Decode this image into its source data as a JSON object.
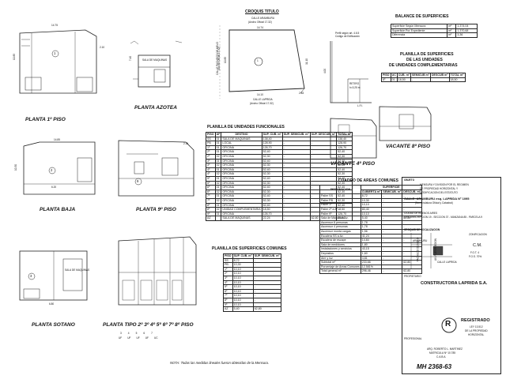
{
  "floor_plans": {
    "planta_1": "PLANTA 1º PISO",
    "azotea": "PLANTA AZOTEA",
    "baja": "PLANTA BAJA",
    "piso_9": "PLANTA 9º PISO",
    "sotano": "PLANTA SOTANO",
    "tipo": "PLANTA TIPO 2º 3º 4º 5º 6º 7º 8º PISO",
    "vacante_4": "VACANTE 4º PISO",
    "vacante_8": "VACANTE 8º PISO",
    "sala_maquinas": "SALA DE MAQUINAS",
    "sala_maquinas_2": "SALA DE MAQUINAS",
    "dims": {
      "d1": "14.75",
      "d2": "10.85",
      "d3": "2.10",
      "d4": "14.85",
      "d5": "10.30",
      "d6": "6.20",
      "d7": "7.40",
      "d8": "6.80",
      "d9": "2.15"
    },
    "unit_numbers": {
      "u1": "1",
      "u2": "2",
      "u3": "3",
      "u9": "9"
    },
    "uf_row": [
      "UF",
      "UF",
      "UF",
      "UF",
      "UC"
    ],
    "uf_nums": [
      "3",
      "4",
      "5",
      "6",
      "7"
    ]
  },
  "croquis": {
    "title": "CROQUIS TITULO",
    "street_top": "CALLE ARAMBURU",
    "street_top_sub": "(Ancho Oficial 17.32)",
    "street_left": "CALLE PACHECO DE MELO",
    "street_left_sub": "(Ancho Oficial 17.32)",
    "street_bottom": "CALLE LAPRIDA",
    "street_bottom_sub": "(Ancho Oficial 17.32)",
    "dim_top": "14.74",
    "dim_bottom": "14.10",
    "dim_left": "10.85",
    "dim_right": "11.10",
    "dim_corner": "2.83",
    "unit": "1"
  },
  "perfil": {
    "title": "Perfil según art. 4.6.5",
    "subtitle": "Código de Edificación",
    "retiro": "RETIRO",
    "retiro_h": "h=3.25 m",
    "height": "4.00",
    "lfi": "L.F.I."
  },
  "balance": {
    "title": "BALANCE DE SUPERFICIES",
    "rows": [
      {
        "label": "Superficie Según Mensura",
        "unit": "m²",
        "value": "1.374,04"
      },
      {
        "label": "Superficie Por Expediente",
        "unit": "m²",
        "value": "1.370,68"
      },
      {
        "label": "Diferencia",
        "unit": "m²",
        "value": "3,36"
      }
    ]
  },
  "complementarias": {
    "title1": "PLANILLA DE SUPERFICIES",
    "title2": "DE LAS UNIDADES",
    "title3": "DE UNIDADES COMPLEMENTARIAS",
    "headers": [
      "PISO",
      "UC",
      "CUB. m²",
      "SEMICUB m²",
      "DESCUB m²",
      "TOTAL m²"
    ],
    "rows": [
      [
        "8º",
        "01",
        "18,50",
        "-",
        "-",
        "18,50"
      ]
    ]
  },
  "funcionales": {
    "title": "PLANILLA DE UNIDADES FUNCIONALES",
    "headers": [
      "PISO",
      "UF",
      "DESTINO",
      "SUP. CUB. m²",
      "SUP. SEMICUB. m²",
      "SUP. DESCUB. m²",
      "TOTAL m²"
    ],
    "rows": [
      [
        "SS",
        "01",
        "SALA DE MAQUINAS",
        "138,40",
        "-",
        "-",
        "138,40"
      ],
      [
        "PB",
        "01",
        "LOCAL",
        "128,90",
        "-",
        "-",
        "128,90"
      ],
      [
        "1º",
        "01",
        "OFICINA",
        "126,70",
        "-",
        "-",
        "126,70"
      ],
      [
        "2º",
        "01",
        "OFICINA",
        "52,40",
        "-",
        "-",
        "52,40"
      ],
      [
        "2º",
        "02",
        "OFICINA",
        "52,30",
        "-",
        "-",
        "52,30"
      ],
      [
        "3º",
        "01",
        "OFICINA",
        "52,40",
        "-",
        "-",
        "52,40"
      ],
      [
        "3º",
        "02",
        "OFICINA",
        "52,30",
        "-",
        "-",
        "52,30"
      ],
      [
        "4º",
        "01",
        "OFICINA",
        "52,40",
        "-",
        "-",
        "52,40"
      ],
      [
        "4º",
        "02",
        "OFICINA",
        "52,30",
        "-",
        "-",
        "52,30"
      ],
      [
        "5º",
        "01",
        "OFICINA",
        "52,40",
        "-",
        "-",
        "52,40"
      ],
      [
        "5º",
        "02",
        "OFICINA",
        "52,30",
        "-",
        "-",
        "52,30"
      ],
      [
        "6º",
        "01",
        "OFICINA",
        "52,40",
        "-",
        "-",
        "52,40"
      ],
      [
        "6º",
        "02",
        "OFICINA",
        "52,30",
        "-",
        "-",
        "52,30"
      ],
      [
        "7º",
        "01",
        "OFICINA",
        "52,40",
        "-",
        "-",
        "52,40"
      ],
      [
        "7º",
        "02",
        "OFICINA",
        "52,30",
        "-",
        "-",
        "52,30"
      ],
      [
        "8º",
        "01",
        "OFICINA",
        "52,40",
        "-",
        "-",
        "52,40"
      ],
      [
        "8º",
        "02",
        "UNIDAD COMPLEMENTARIA",
        "18,50",
        "-",
        "-",
        "18,50"
      ],
      [
        "9º",
        "01",
        "OFICINA",
        "126,70",
        "-",
        "-",
        "126,70"
      ],
      [
        "AZ",
        "",
        "SALA DE MAQUINAS",
        "22,24",
        "-",
        "62,80",
        "85,04"
      ]
    ]
  },
  "comunes": {
    "title": "PLANILLA DE SUPERFICIES COMUNES",
    "headers": [
      "PISO",
      "SUP. CUB. m²",
      "SUP. SEMICUB. m²"
    ],
    "rows": [
      [
        "SS",
        "8,72",
        "-"
      ],
      [
        "PB",
        "10,30",
        "-"
      ],
      [
        "1º",
        "10,10",
        "-"
      ],
      [
        "2º",
        "10,10",
        "-"
      ],
      [
        "3º",
        "10,10",
        "-"
      ],
      [
        "4º",
        "10,10",
        "-"
      ],
      [
        "5º",
        "10,10",
        "-"
      ],
      [
        "6º",
        "10,10",
        "-"
      ],
      [
        "7º",
        "10,10",
        "-"
      ],
      [
        "8º",
        "10,10",
        "-"
      ],
      [
        "9º",
        "10,10",
        "-"
      ],
      [
        "AZ",
        "5,40",
        "62,80"
      ]
    ]
  },
  "areas_comunes": {
    "title": "CUADRO DE AREAS COMUNES",
    "superficie": "SUPERFICIE",
    "headers": [
      "DESIGNACION",
      "CUBIERTA m²",
      "SEMICUB. m²",
      "DESCUB. m²"
    ],
    "rows": [
      [
        "Palier SS",
        "8,72",
        "-",
        "-"
      ],
      [
        "Palier PB",
        "10,30",
        "-",
        "-"
      ],
      [
        "Palier 1º",
        "10,10",
        "-",
        "-"
      ],
      [
        "Palier 2º a 8º",
        "80,40",
        "-",
        "-"
      ],
      [
        "Palier 9º",
        "10,10",
        "-",
        "-"
      ],
      [
        "Sala de Máquinas Az.",
        "5,40",
        "-",
        "62,80"
      ],
      [
        "Ascensor 8 personas",
        "1,78",
        "-",
        "-"
      ],
      [
        "Ascensor 4 personas",
        "1,78",
        "-",
        "-"
      ],
      [
        "Ascensor monta cargas",
        "1,56",
        "-",
        "-"
      ],
      [
        "Escalera SS a Az.",
        "41,24",
        "-",
        "-"
      ],
      [
        "Escalera de escape",
        "14,84",
        "-",
        "-"
      ],
      [
        "Sala de medidores",
        "1,80",
        "-",
        "-"
      ],
      [
        "Instalaciones y servicios",
        "43,15",
        "-",
        "-"
      ],
      [
        "Depósitos",
        "1,60",
        "-",
        "-"
      ],
      [
        "Aire y luz",
        "4,81",
        "-",
        "-"
      ],
      [
        "Subtotal m²",
        "233,66",
        "-",
        "62,80"
      ],
      [
        "Porcentaje de Areas Comunes",
        "12,581%",
        "-",
        "-"
      ],
      [
        "Total general m²",
        "296,46",
        "-",
        "62,80"
      ]
    ]
  },
  "objeto": {
    "label": "OBJETO",
    "lines": [
      "MENSURA Y DIVISION POR EL REGIMEN",
      "DE PROPIEDAD HORIZONTAL Y",
      "MODIFICACION DEL ESTATUTO"
    ],
    "calle": "CALLE: ARAMBURU esq. LAPRIDA Nº 1095",
    "calle_sub": "(Nomenclatura Oficial y Catastral)",
    "ciudad": "CIUDAD DE BUENOS AIRES",
    "circ": "CIRCUNSCRIPCION 19 - SECCION 37 - MANZANA 85 - PARCELA 9",
    "localizacion": "CROQUIS DE LOCALIZACION",
    "zonificacion": "ZONIFICACION",
    "zona": "C.M.",
    "fot": "F.O.T. 4",
    "fos": "F.O.S. 70%",
    "loc_labels": {
      "a": "ARAMBURU",
      "b": "CALLE LAPRIDA",
      "c": "PACHECO DE MELO",
      "d": "AV. PUEYRREDON"
    },
    "propietario_label": "PROPIETARIO",
    "propietario": "CONSTRUCTORA LAPRIDA S.A.",
    "registrado": "REGISTRADO",
    "ley1": "LEY 13.512",
    "ley2": "DE LA PROPIEDAD",
    "ley3": "HORIZONTAL",
    "profesional": "PROFESIONAL",
    "prof_name": "ARQ. ROBERTO L. MARTINEZ",
    "matricula": "MATRICULA Nº 10.785",
    "caba": "C.A.B.A.",
    "mh": "MH 2368-63"
  },
  "nota": "NOTA: Todas las medidas lineales fueron obtenidas de la Mensura.",
  "colors": {
    "ink": "#111111",
    "paper": "#ffffff",
    "hatch": "#777777"
  }
}
